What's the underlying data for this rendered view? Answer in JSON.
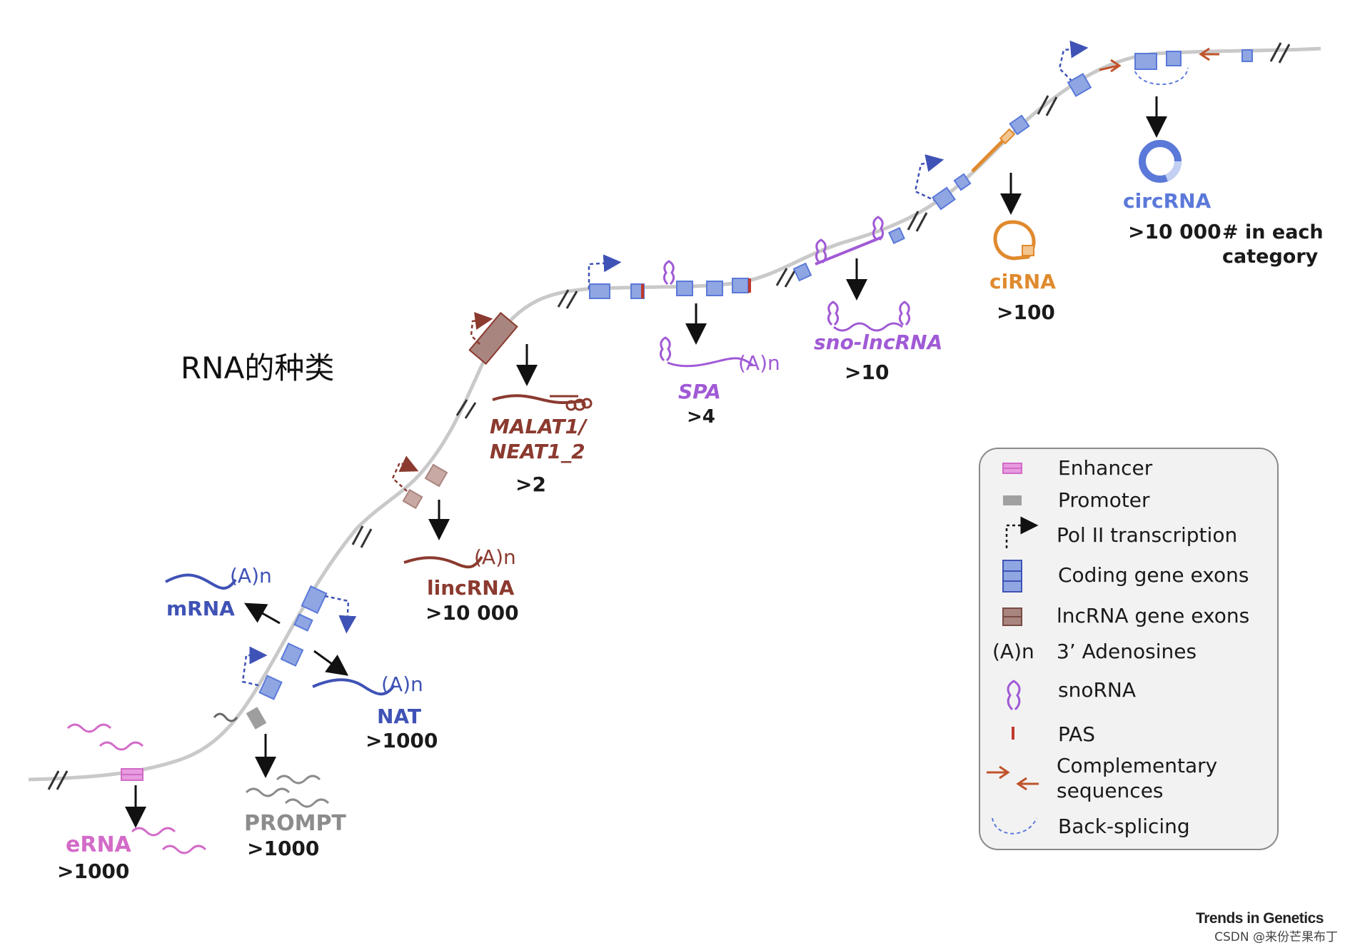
{
  "title": "RNA的种类",
  "rna_types": {
    "erna": {
      "label": "eRNA",
      "count": ">1000"
    },
    "prompt": {
      "label": "PROMPT",
      "count": ">1000"
    },
    "mrna": {
      "label": "mRNA",
      "polyA": "(A)n"
    },
    "nat": {
      "label": "NAT",
      "count": ">1000",
      "polyA": "(A)n"
    },
    "lincrna": {
      "label": "lincRNA",
      "count": ">10 000",
      "polyA": "(A)n"
    },
    "malat": {
      "label_line1": "MALAT1/",
      "label_line2": "NEAT1_2",
      "count": ">2"
    },
    "spa": {
      "label": "SPA",
      "count": ">4",
      "polyA": "(A)n"
    },
    "sno_lncrna": {
      "label": "sno-lncRNA",
      "count": ">10"
    },
    "cirna": {
      "label": "ciRNA",
      "count": ">100"
    },
    "circrna": {
      "label": "circRNA",
      "count": ">10 000"
    }
  },
  "category_note": {
    "line1": "# in each",
    "line2": "category"
  },
  "legend": {
    "items": [
      {
        "label": "Enhancer",
        "icon": "enhancer-icon"
      },
      {
        "label": "Promoter",
        "icon": "promoter-icon"
      },
      {
        "label": "Pol II transcription",
        "icon": "pol2-arrow-icon"
      },
      {
        "label": "Coding gene exons",
        "icon": "coding-exon-icon"
      },
      {
        "label": "lncRNA gene exons",
        "icon": "lncrna-exon-icon"
      },
      {
        "label": "3’ Adenosines",
        "icon": "polya-icon",
        "symbol": "(A)n"
      },
      {
        "label": "snoRNA",
        "icon": "snorna-icon"
      },
      {
        "label": "PAS",
        "icon": "pas-icon"
      },
      {
        "label_line1": "Complementary",
        "label_line2": "sequences",
        "icon": "complementary-arrows-icon"
      },
      {
        "label": "Back-splicing",
        "icon": "back-splicing-icon"
      }
    ]
  },
  "colors": {
    "erna": "#d36bc8",
    "prompt": "#8c8c8c",
    "coding": "#3f52b5",
    "coding_exon": "#8fa6e3",
    "lncrna": "#8b3a2f",
    "lncrna_exon": "#a98580",
    "sno": "#a05ad6",
    "cirna": "#e08a2e",
    "circrna": "#5b79d9",
    "pas": "#c0392b"
  },
  "journal": "Trends in Genetics",
  "watermark": "CSDN @来份芒果布丁"
}
